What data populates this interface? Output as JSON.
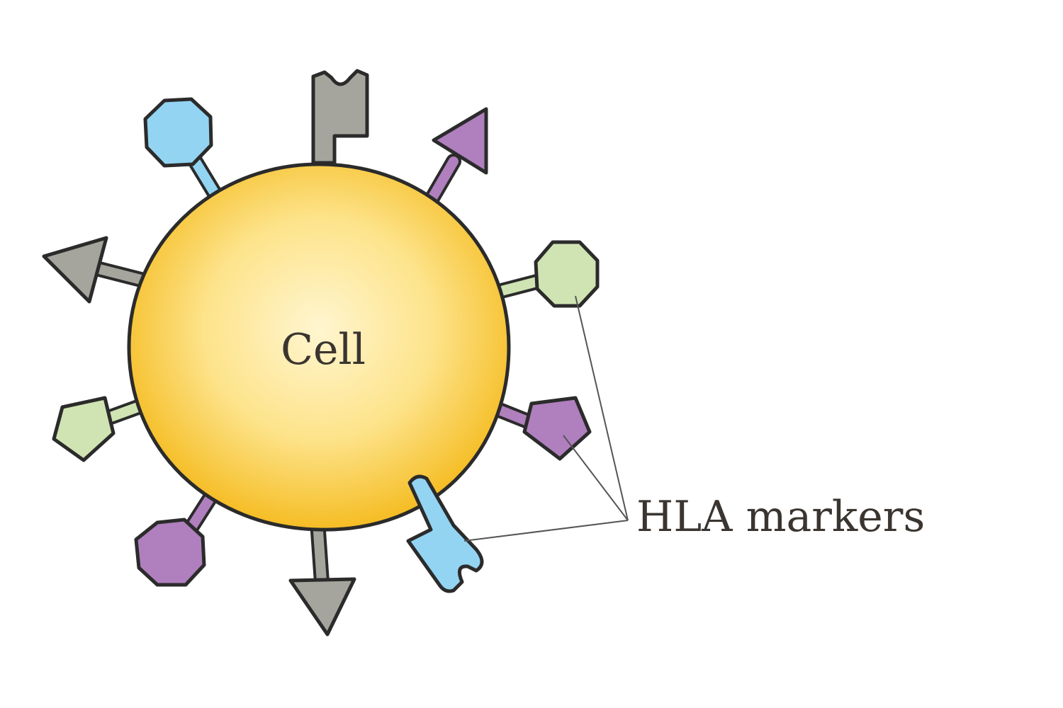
{
  "diagram": {
    "cell_label": "Cell",
    "marker_label": "HLA markers",
    "colors": {
      "cell_center": "#fff3c4",
      "cell_edge": "#f6c12e",
      "blue": "#93d4f3",
      "grey": "#a6a59d",
      "purple": "#b07fbe",
      "green": "#d0e4b3",
      "outline": "#2b2b2b"
    },
    "markers": [
      {
        "shape": "lollipop",
        "color": "blue"
      },
      {
        "shape": "notched-receptor",
        "color": "grey"
      },
      {
        "shape": "arrow",
        "color": "purple"
      },
      {
        "shape": "arrow",
        "color": "grey"
      },
      {
        "shape": "lollipop",
        "color": "green"
      },
      {
        "shape": "pentagon",
        "color": "green"
      },
      {
        "shape": "pentagon",
        "color": "purple"
      },
      {
        "shape": "lollipop",
        "color": "purple"
      },
      {
        "shape": "arrow",
        "color": "grey"
      },
      {
        "shape": "notched-receptor",
        "color": "blue"
      }
    ]
  }
}
